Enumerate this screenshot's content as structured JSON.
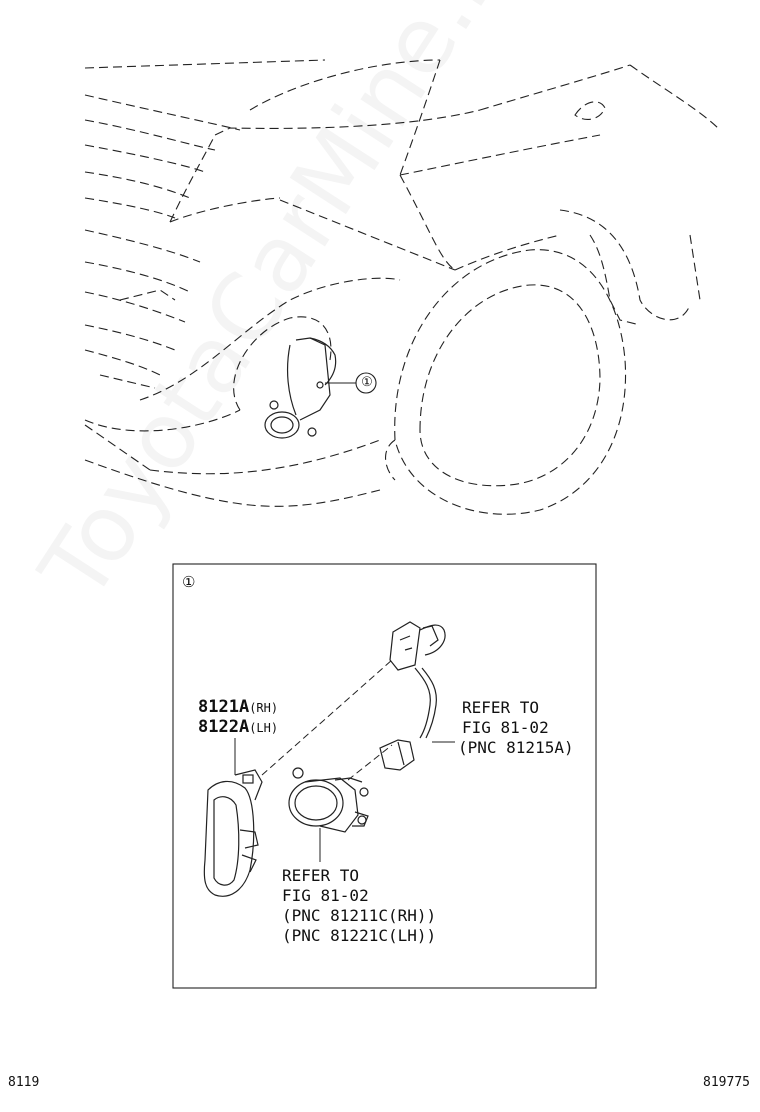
{
  "overview": {
    "callout": "①"
  },
  "detail": {
    "callout": "①",
    "part_numbers": [
      {
        "number": "8121A",
        "side": "(RH)"
      },
      {
        "number": "8122A",
        "side": "(LH)"
      }
    ],
    "ref_wire": [
      "REFER TO",
      "FIG 81-02",
      "(PNC 81215A)"
    ],
    "ref_lamp": [
      "REFER TO",
      "FIG 81-02",
      "(PNC 81211C(RH))",
      "(PNC 81221C(LH))"
    ]
  },
  "footer": {
    "fig_code": "8119",
    "illustration_no": "819775"
  },
  "watermark": "ToyotaCarMine.ru",
  "icons": [
    "callout-circle-icon"
  ]
}
